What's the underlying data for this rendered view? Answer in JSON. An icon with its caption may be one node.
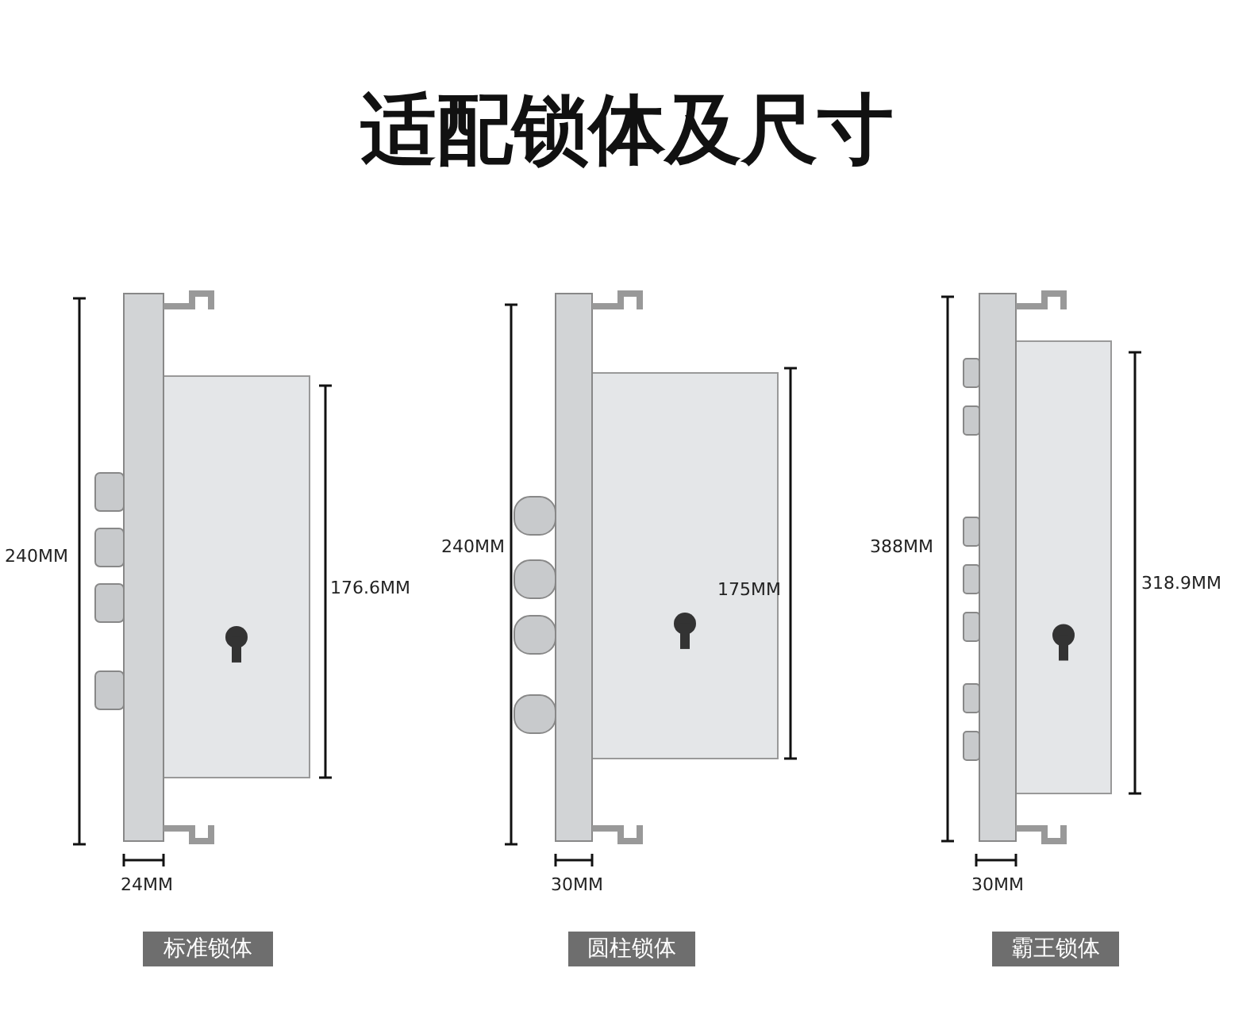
{
  "diagram": {
    "title": "适配锁体及尺寸",
    "nodes": [
      {
        "text": [
          "标准锁体"
        ]
      },
      {
        "text": [
          "圆柱锁体"
        ]
      },
      {
        "text": [
          "霸王锁体"
        ]
      }
    ],
    "labels": [
      "240MM",
      "176.6MM",
      "240MM",
      "175MM",
      "388MM",
      "318.9MM",
      "24MM",
      "30MM",
      "30MM"
    ]
  }
}
